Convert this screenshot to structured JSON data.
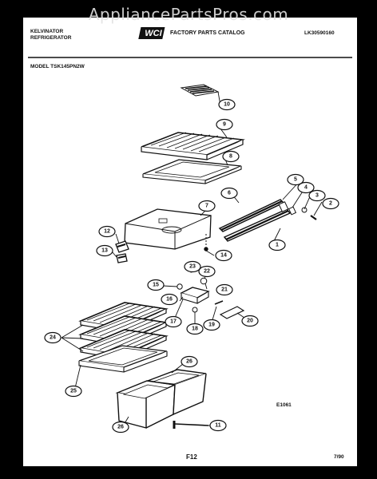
{
  "watermark": "AppliancePartsPros.com",
  "header": {
    "brand_line1": "KELVINATOR",
    "brand_line2": "REFRIGERATOR",
    "logo_text": "WCI",
    "catalog_title": "FACTORY PARTS CATALOG",
    "catalog_number": "LK30590160"
  },
  "model_label": "MODEL TSK145PN2W",
  "diagram_code": "E1061",
  "page_label": "F12",
  "date_code": "7/90",
  "callouts": [
    "1",
    "2",
    "3",
    "4",
    "5",
    "6",
    "7",
    "8",
    "9",
    "10",
    "11",
    "12",
    "13",
    "14",
    "15",
    "16",
    "17",
    "18",
    "19",
    "20",
    "21",
    "22",
    "23",
    "24",
    "25",
    "26"
  ]
}
